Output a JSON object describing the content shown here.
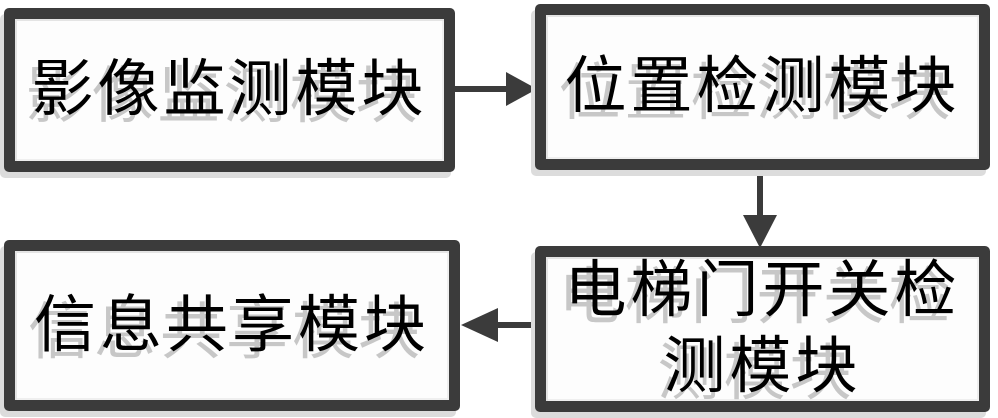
{
  "diagram": {
    "type": "flowchart",
    "background_color": "#ffffff",
    "colors": {
      "box_border": "#3b3b3b",
      "box_fill": "#fdfdfd",
      "text": "#000000",
      "text_shadow": "#c7c7c7",
      "arrow": "#3b3b3b"
    },
    "boxes": [
      {
        "label": "影像监测模块",
        "lines": [
          "影像监测模块"
        ]
      },
      {
        "label": "位置检测模块",
        "lines": [
          "位置检测模块"
        ]
      },
      {
        "label": "电梯门开关检测模块",
        "lines": [
          "电梯门开关检",
          "测模块"
        ]
      },
      {
        "label": "信息共享模块",
        "lines": [
          "信息共享模块"
        ]
      }
    ],
    "arrows": [
      {
        "from": "影像监测模块",
        "to": "位置检测模块",
        "direction": "right"
      },
      {
        "from": "位置检测模块",
        "to": "电梯门开关检测模块",
        "direction": "down"
      },
      {
        "from": "电梯门开关检测模块",
        "to": "信息共享模块",
        "direction": "left"
      }
    ]
  }
}
